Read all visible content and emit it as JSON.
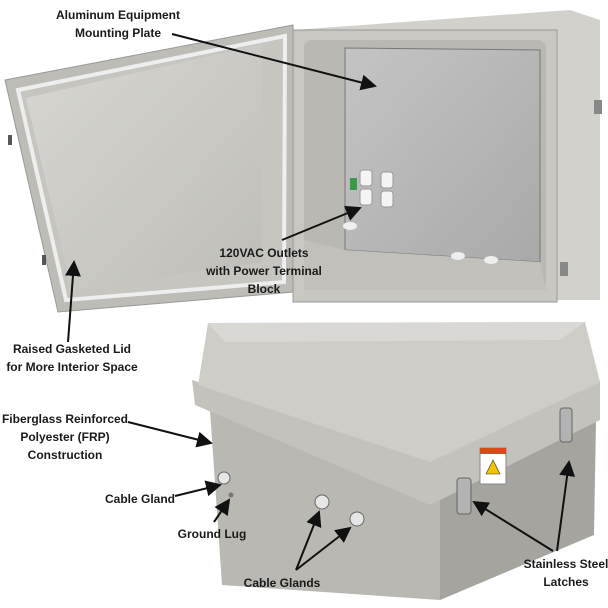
{
  "callouts": {
    "mounting_plate": [
      "Aluminum Equipment",
      "Mounting Plate"
    ],
    "outlets": [
      "120VAC Outlets",
      "with Power Terminal",
      "Block"
    ],
    "raised_lid": [
      "Raised Gasketed Lid",
      "for More Interior Space"
    ],
    "frp": [
      "Fiberglass Reinforced",
      "Polyester (FRP)",
      "Construction"
    ],
    "cable_gland": "Cable Gland",
    "ground_lug": "Ground Lug",
    "cable_glands": "Cable Glands",
    "latches": [
      "Stainless Steel",
      "Latches"
    ]
  },
  "colors": {
    "enclosure": "#c9c8c3",
    "enclosure_shadow": "#a9a8a3",
    "mounting_plate": "#bdbdbd",
    "arrow": "#111111"
  }
}
